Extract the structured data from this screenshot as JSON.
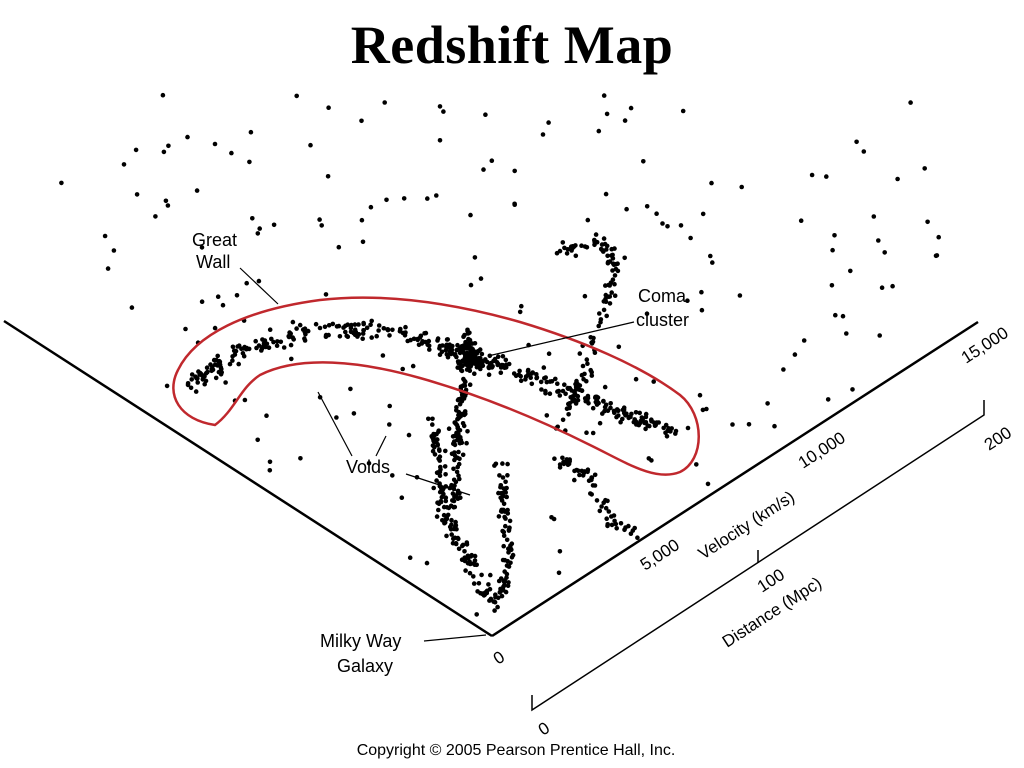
{
  "slide": {
    "title": "Redshift Map",
    "copyright": "Copyright © 2005 Pearson Prentice Hall, Inc."
  },
  "labels": {
    "great_wall_line1": "Great",
    "great_wall_line2": "Wall",
    "coma_line1": "Coma",
    "coma_line2": "cluster",
    "voids": "Voids",
    "milky_way_line1": "Milky Way",
    "milky_way_line2": "Galaxy"
  },
  "velocity_axis": {
    "title": "Velocity (km/s)",
    "ticks": [
      "5,000",
      "10,000",
      "15,000"
    ],
    "origin": "0"
  },
  "distance_axis": {
    "title": "Distance (Mpc)",
    "ticks": [
      "0",
      "100",
      "200"
    ]
  },
  "colors": {
    "great_wall_outline": "#c0282d",
    "galaxies": "#000000"
  }
}
